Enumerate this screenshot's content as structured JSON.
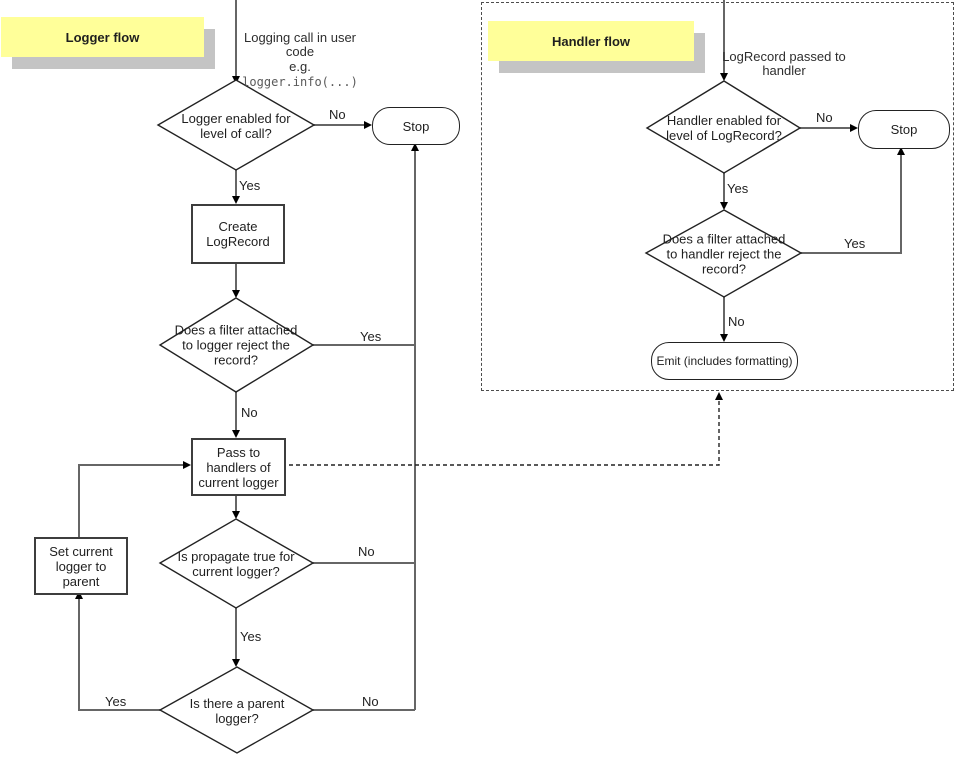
{
  "colors": {
    "note_yellow": "#ffff99",
    "note_shadow": "#c4c4c4",
    "connector_gray": "#666666",
    "shape_border": "#3d3d3d",
    "dashed_line": "#222222"
  },
  "logger_flow": {
    "title": "Logger flow",
    "entry_lines": [
      "Logging call in user",
      "code",
      "e.g."
    ],
    "entry_code": "logger.info(...)",
    "nodes": {
      "enabled_decision": [
        "Logger enabled for",
        "level of call?"
      ],
      "stop": "Stop",
      "create_logrecord": [
        "Create",
        "LogRecord"
      ],
      "filter_decision": [
        "Does a filter attached",
        "to logger reject the",
        "record?"
      ],
      "pass_handlers": [
        "Pass to",
        "handlers of",
        "current logger"
      ],
      "propagate_decision": [
        "Is propagate true for",
        "current logger?"
      ],
      "parent_decision": [
        "Is there a parent",
        "logger?"
      ],
      "set_current_parent": [
        "Set current",
        "logger to parent"
      ]
    },
    "edge_labels": {
      "enabled_no": "No",
      "enabled_yes": "Yes",
      "filter_yes": "Yes",
      "filter_no": "No",
      "propagate_no": "No",
      "propagate_yes": "Yes",
      "parent_yes": "Yes",
      "parent_no": "No"
    }
  },
  "handler_flow": {
    "title": "Handler flow",
    "entry_lines": [
      "LogRecord passed to",
      "handler"
    ],
    "nodes": {
      "enabled_decision": [
        "Handler enabled for",
        "level of LogRecord?"
      ],
      "stop": "Stop",
      "filter_decision": [
        "Does a filter attached",
        "to handler reject the",
        "record?"
      ],
      "emit": "Emit (includes formatting)"
    },
    "edge_labels": {
      "enabled_no": "No",
      "enabled_yes": "Yes",
      "filter_yes": "Yes",
      "filter_no": "No"
    }
  }
}
